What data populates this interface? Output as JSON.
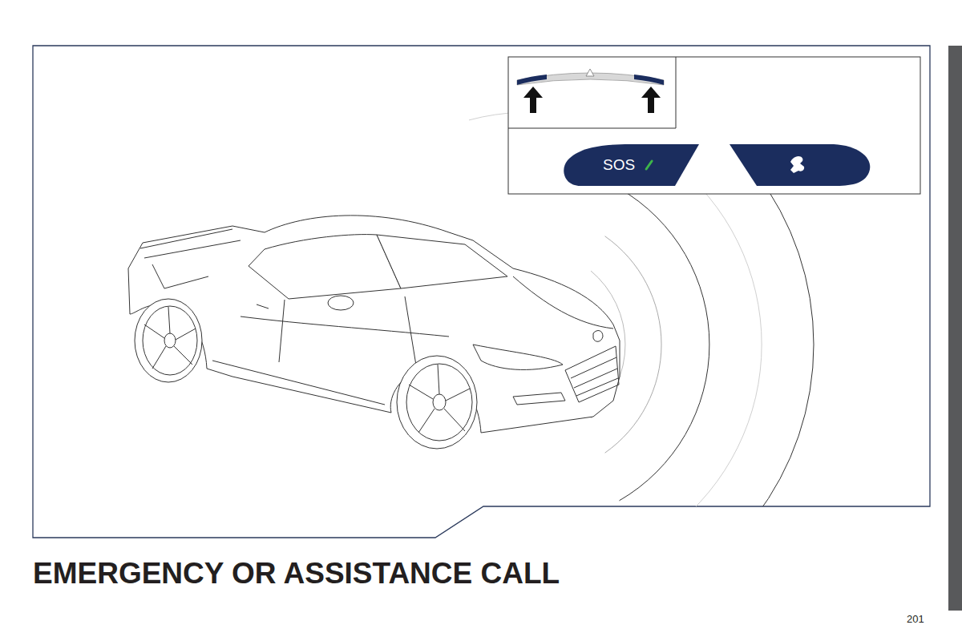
{
  "diagram": {
    "title": "EMERGENCY OR ASSISTANCE CALL",
    "nodes": [
      {
        "text": [
          "SOS"
        ]
      }
    ],
    "labels": [
      "201"
    ]
  }
}
